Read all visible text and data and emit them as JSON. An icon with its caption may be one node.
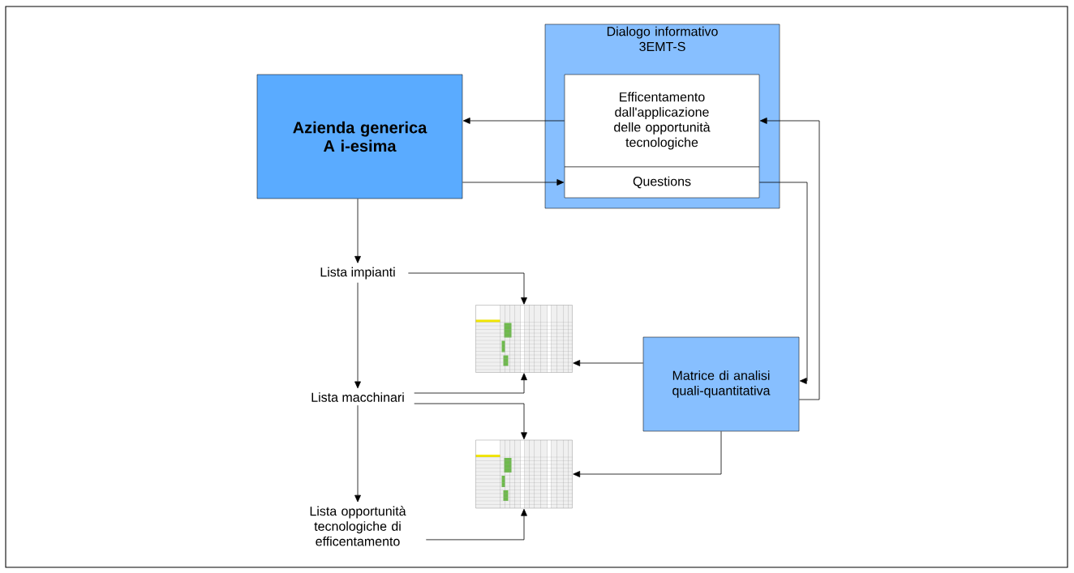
{
  "diagram": {
    "nodes": [
      {
        "text": [
          "Azienda generica A i-esima"
        ]
      },
      {
        "text": [
          "Dialogo informativo 3EMT-S"
        ]
      },
      {
        "text": [
          "Efficentamento dall'applicazione delle opportunità tecnologiche"
        ],
        "in": 1
      },
      {
        "text": [
          "Questions"
        ],
        "in": 1
      },
      {
        "text": [
          "Lista impianti"
        ]
      },
      {
        "text": [
          "Lista macchinari"
        ]
      },
      {
        "text": [
          "Lista opportunità tecnologiche di efficentamento"
        ]
      },
      {
        "text": [],
        "shape": "picture"
      },
      {
        "text": [],
        "shape": "picture"
      },
      {
        "text": [
          "Matrice di analisi quali-quantitativa"
        ]
      }
    ],
    "edges": [
      {
        "from": 2,
        "to": 0,
        "arrow": "to"
      },
      {
        "from": 0,
        "to": 3,
        "arrow": "to"
      },
      {
        "from": 0,
        "to": 4,
        "arrow": "to"
      },
      {
        "from": 4,
        "to": 5,
        "arrow": "to"
      },
      {
        "from": 5,
        "to": 6,
        "arrow": "to"
      },
      {
        "from": 4,
        "to": 7,
        "arrow": "to"
      },
      {
        "from": 5,
        "to": 7,
        "arrow": "to"
      },
      {
        "from": 5,
        "to": 8,
        "arrow": "to"
      },
      {
        "from": 6,
        "to": 8,
        "arrow": "to"
      },
      {
        "from": 9,
        "to": 7,
        "arrow": "to"
      },
      {
        "from": 9,
        "to": 8,
        "arrow": "to"
      },
      {
        "from": 3,
        "to": 9,
        "arrow": "to"
      },
      {
        "from": 9,
        "to": 2,
        "arrow": "to"
      }
    ]
  }
}
